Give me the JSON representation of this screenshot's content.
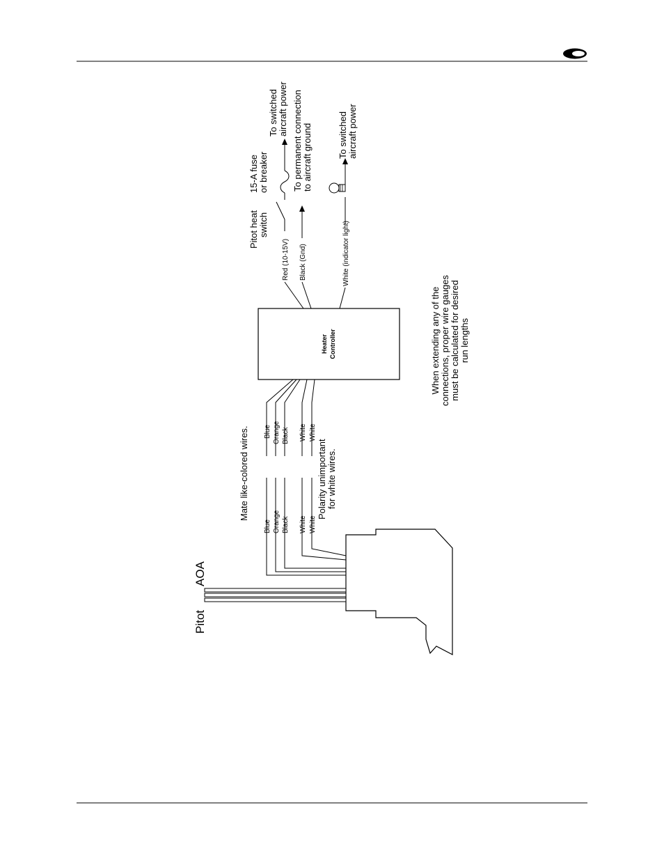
{
  "header": {
    "logo": "brand-logo-icon"
  },
  "diagram": {
    "probe_tubes": {
      "pitot": "Pitot",
      "aoa": "AOA"
    },
    "mate_note": "Mate like-colored wires.",
    "polarity_note": [
      "Polarity unimportant",
      "for white wires."
    ],
    "probe_wires": [
      "Blue",
      "Orange",
      "Black",
      "White",
      "White"
    ],
    "controller_wires": [
      "Blue",
      "Orange",
      "Black",
      "White",
      "White"
    ],
    "controller": {
      "line1": "Heater",
      "line2": "Controller"
    },
    "output_wires": {
      "red": "Red (10-15V)",
      "black": "Black (Gnd)",
      "white": "White (indicator light)"
    },
    "switch_label": [
      "Pitot heat",
      "switch"
    ],
    "fuse_label": [
      "15-A fuse",
      "or breaker"
    ],
    "power_label_1": [
      "To switched",
      "aircraft power"
    ],
    "ground_label": [
      "To permanent connection",
      "to aircraft ground"
    ],
    "power_label_2": [
      "To switched",
      "aircraft power"
    ],
    "extension_note": [
      "When extending any of the",
      "connections, proper wire gauges",
      "must be calculated for desired",
      "run lengths"
    ]
  }
}
